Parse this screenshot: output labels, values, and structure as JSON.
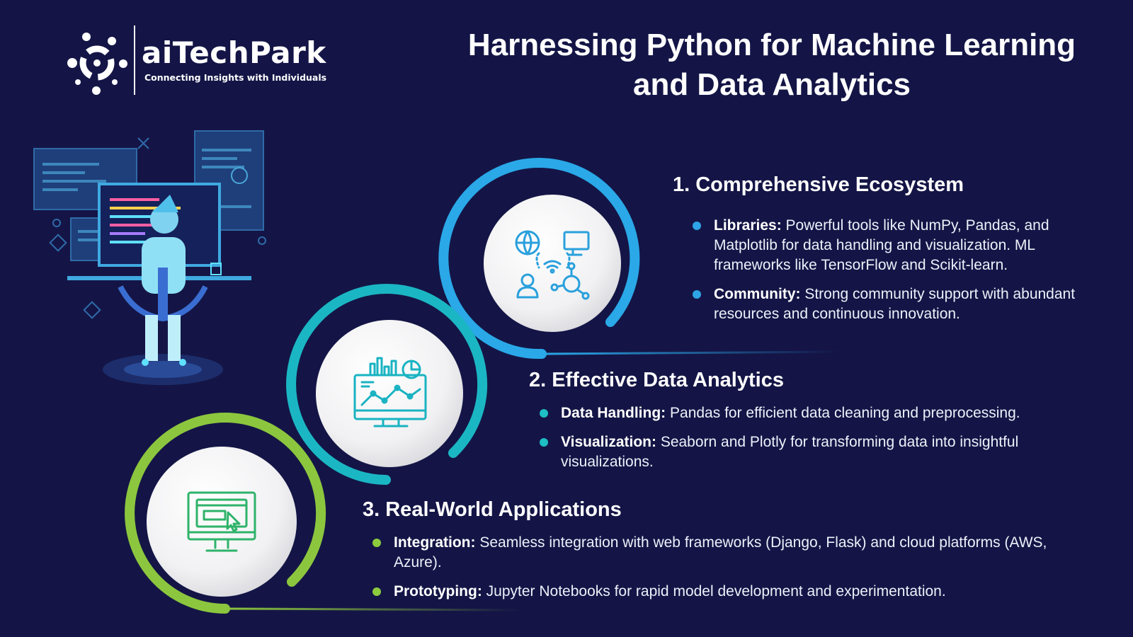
{
  "brand": {
    "name": "aiTechPark",
    "tagline": "Connecting Insights with Individuals"
  },
  "title": {
    "line1": "Harnessing Python for Machine Learning",
    "line2": "and Data Analytics"
  },
  "colors": {
    "background": "#141546",
    "ring_blue": "#2aa8e8",
    "ring_teal": "#1bb6c4",
    "ring_green": "#8cc63e",
    "icon_blue": "#2aa0dc",
    "icon_teal": "#19b3c2",
    "icon_green": "#2fb36a"
  },
  "icons": {
    "section1": "network-devices-icon",
    "section2": "analytics-monitor-icon",
    "section3": "web-browser-monitor-icon",
    "hero": "developer-at-desk-illustration"
  },
  "sections": [
    {
      "heading": "1. Comprehensive Ecosystem",
      "bullets": [
        {
          "term": "Libraries:",
          "text": " Powerful tools like NumPy, Pandas, and Matplotlib for data handling and visualization. ML frameworks like TensorFlow and Scikit-learn."
        },
        {
          "term": "Community:",
          "text": " Strong community support with abundant resources and continuous innovation."
        }
      ]
    },
    {
      "heading": "2. Effective Data Analytics",
      "bullets": [
        {
          "term": "Data Handling:",
          "text": " Pandas for efficient data cleaning and preprocessing."
        },
        {
          "term": "Visualization:",
          "text": " Seaborn and Plotly for transforming data into insightful visualizations."
        }
      ]
    },
    {
      "heading": "3. Real-World Applications",
      "bullets": [
        {
          "term": "Integration:",
          "text": " Seamless integration with web frameworks (Django, Flask) and cloud platforms (AWS, Azure)."
        },
        {
          "term": "Prototyping:",
          "text": " Jupyter Notebooks for rapid model development and experimentation."
        }
      ]
    }
  ]
}
